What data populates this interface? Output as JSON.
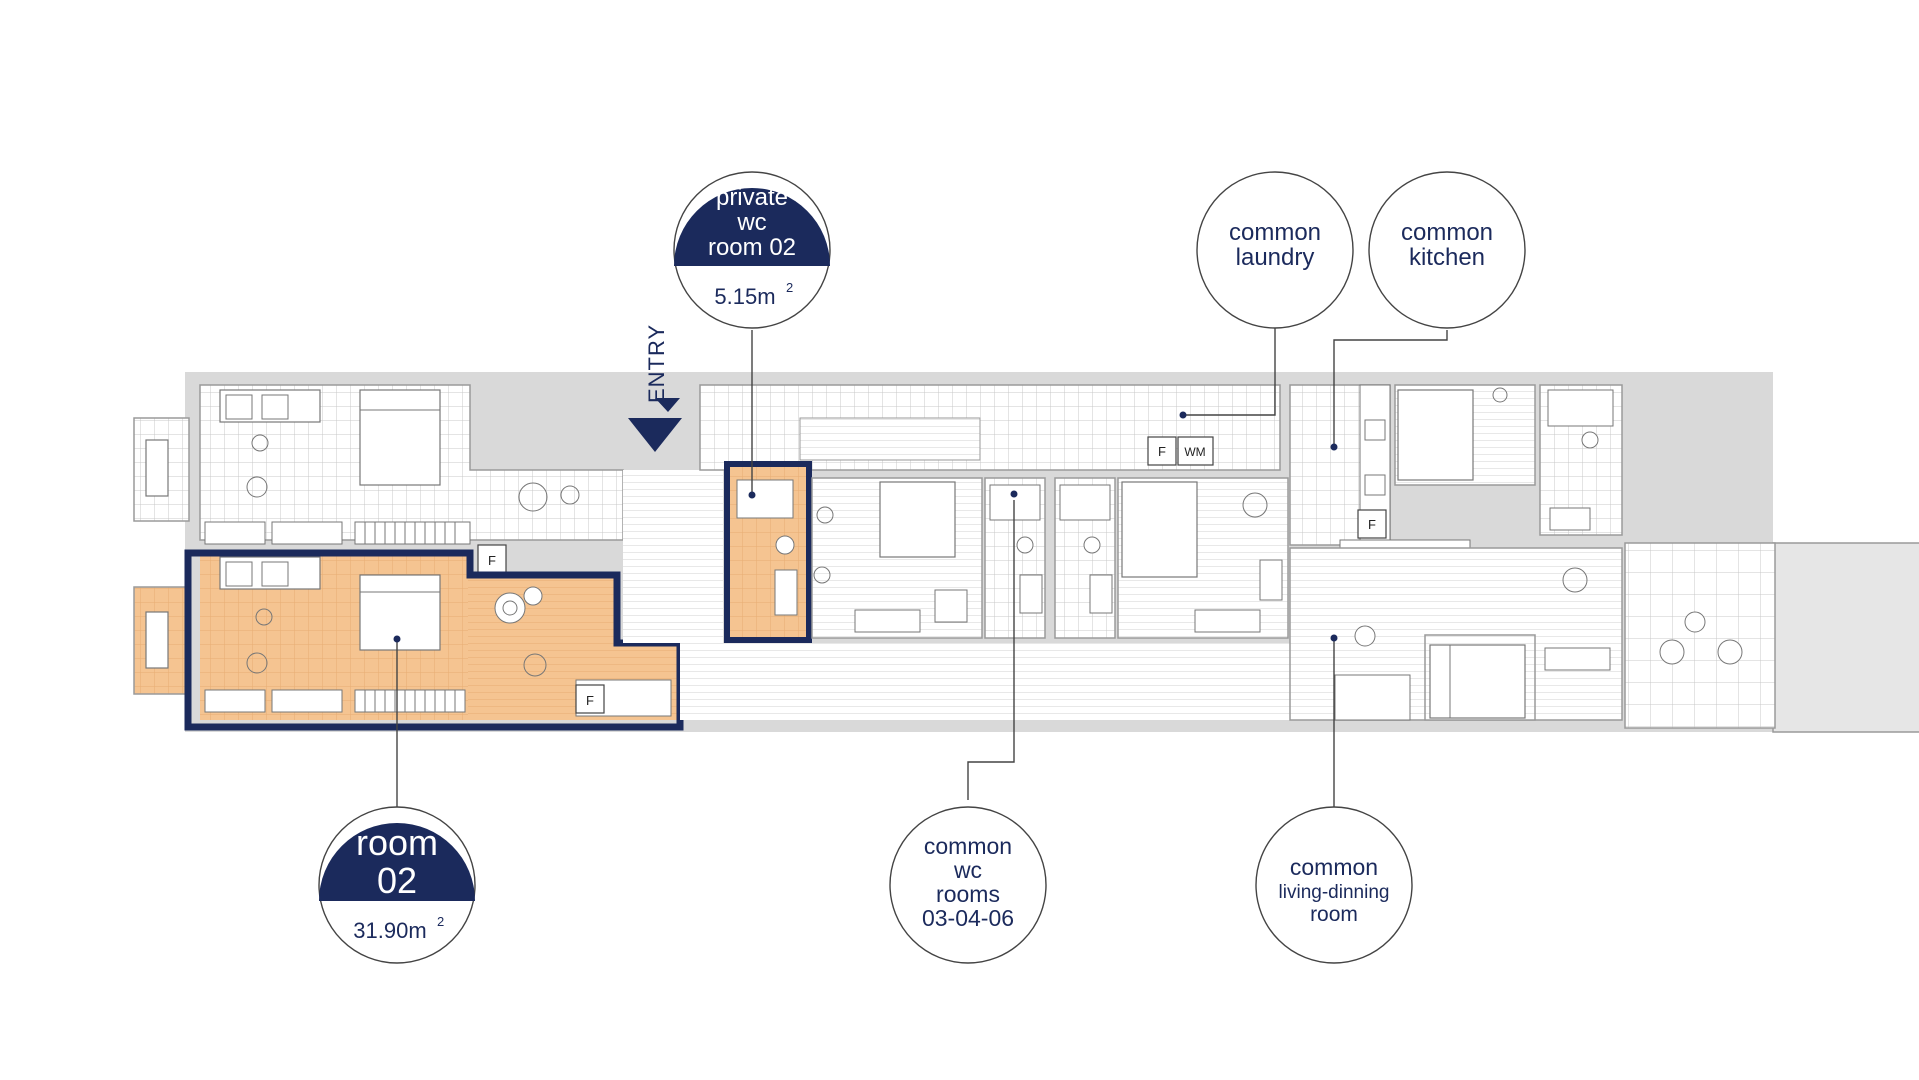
{
  "colors": {
    "navy": "#1b2a5c",
    "orange": "#f5c491",
    "wall": "#d9d9d9",
    "line": "#9a9a9a",
    "floor": "#f3f3f3"
  },
  "entry": "ENTRY",
  "callouts": {
    "private_wc": {
      "lines": [
        "private",
        "wc",
        "room 02"
      ],
      "area": "5.15m",
      "sup": "2"
    },
    "room02": {
      "lines": [
        "room",
        "02"
      ],
      "area": "31.90m",
      "sup": "2"
    },
    "laundry": {
      "lines": [
        "common",
        "laundry"
      ]
    },
    "kitchen": {
      "lines": [
        "common",
        "kitchen"
      ]
    },
    "common_wc": {
      "lines": [
        "common",
        "wc",
        "rooms",
        "03-04-06"
      ]
    },
    "living": {
      "lines": [
        "common",
        "living-dinning",
        "room"
      ]
    }
  },
  "fixtures": {
    "fridge": "F",
    "washing_machine": "WM"
  }
}
